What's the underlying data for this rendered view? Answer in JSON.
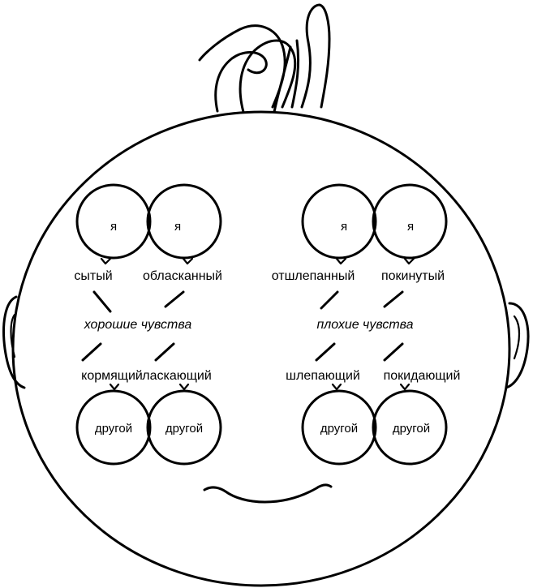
{
  "left": {
    "self_left": "я",
    "self_right": "я",
    "top_left_label": "сытый",
    "top_right_label": "обласканный",
    "feelings": "хорошие чувства",
    "bottom_left_label": "кормящий",
    "bottom_right_label": "ласкающий",
    "other_left": "другой",
    "other_right": "другой"
  },
  "right": {
    "self_left": "я",
    "self_right": "я",
    "top_left_label": "отшлепанный",
    "top_right_label": "покинутый",
    "feelings": "плохие чувства",
    "bottom_left_label": "шлепающий",
    "bottom_right_label": "покидающий",
    "other_left": "другой",
    "other_right": "другой"
  }
}
